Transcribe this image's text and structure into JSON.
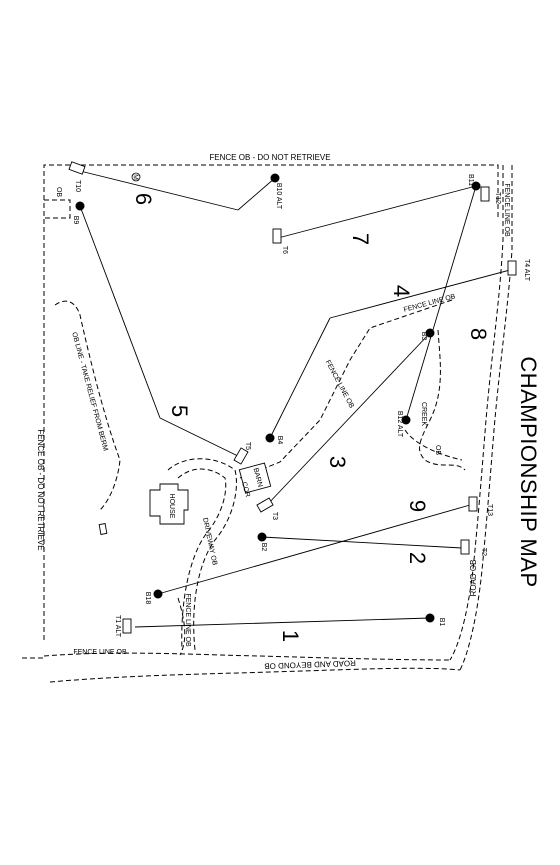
{
  "title": "CHAMPIONSHIP MAP",
  "boundary_labels": {
    "fence_top": "FENCE OB - DO NOT RETRIEVE",
    "fence_left": "FENCE OB - DO NOT RETRIEVE",
    "ob_corner": "OB",
    "ob_line_berm": "OB LINE - TAKE RELIEF FROM BERM",
    "fence_line_ob_1": "FENCE LINE OB",
    "fence_line_ob_2": "FENCE LINE OB",
    "fence_line_ob_3": "FENCE LINE OB",
    "fence_line_ob_4": "FENCE LINE OB",
    "fence_line_ob_5": "FENCE LINE OB",
    "road_ob": "ROAD OB",
    "road_beyond": "ROAD AND BEYOND OB",
    "creek": "CREEK",
    "creek_ob": "OB",
    "driveway_ob": "DRIVEWAY OB"
  },
  "buildings": {
    "house": "HOUSE",
    "barn": "BARN",
    "cor": "COR"
  },
  "tees": [
    "T1 ALT",
    "T2",
    "T3",
    "T4 ALT",
    "T5",
    "T6",
    "T10",
    "T12",
    "T13"
  ],
  "baskets": [
    "B1",
    "B2",
    "B3",
    "B4",
    "B9",
    "B10 ALT",
    "B11",
    "B12 ALT",
    "B18"
  ],
  "holes": [
    "1",
    "2",
    "3",
    "4",
    "5",
    "6",
    "7",
    "8",
    "9"
  ],
  "mando_mark": "M"
}
